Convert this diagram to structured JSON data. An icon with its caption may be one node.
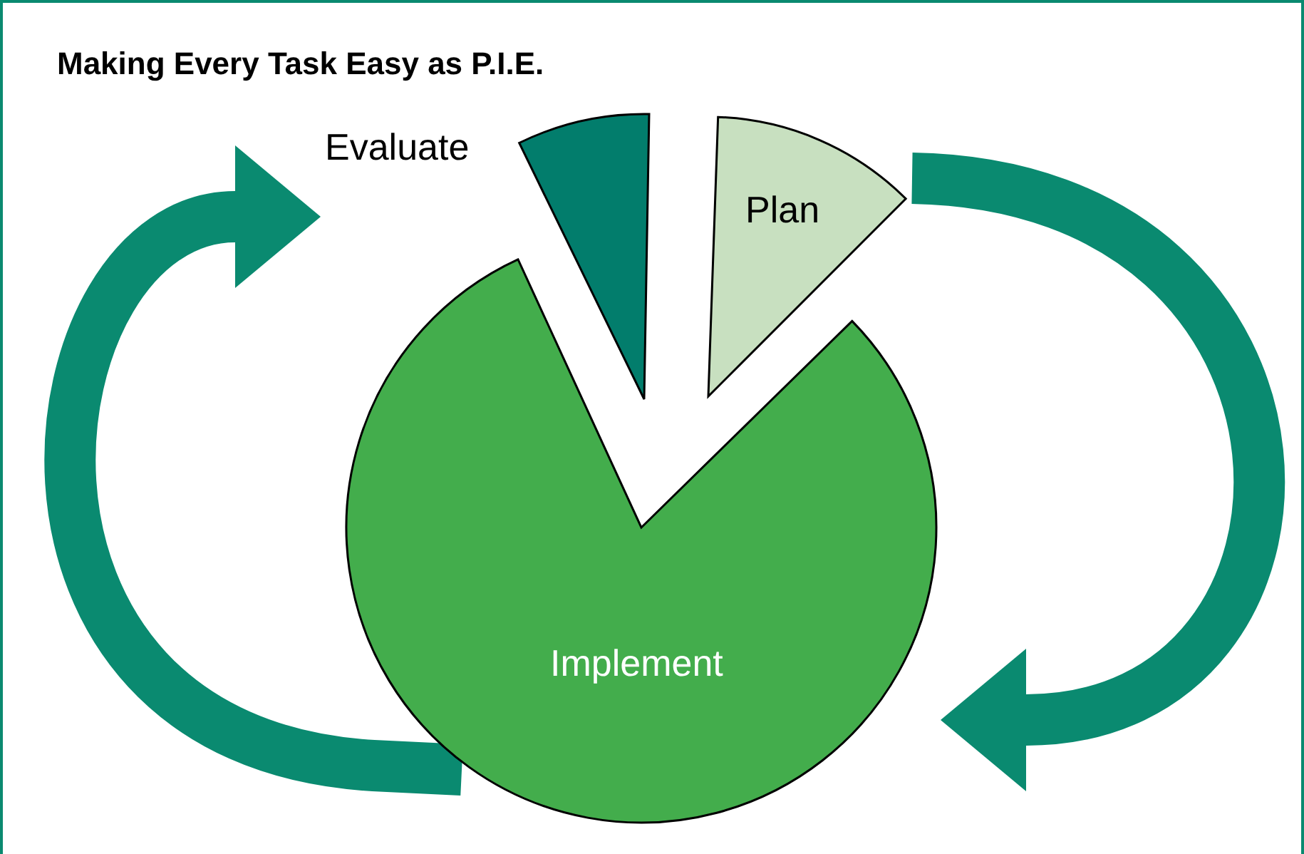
{
  "diagram": {
    "title": "Making Every Task Easy as P.I.E.",
    "nodes": [
      {
        "text": [
          "Evaluate"
        ]
      },
      {
        "text": [
          "Plan"
        ]
      },
      {
        "text": [
          "Implement"
        ]
      }
    ],
    "edges": [
      {
        "from": 1,
        "to": 2,
        "arrow": "to"
      },
      {
        "from": 2,
        "to": 0,
        "arrow": "to"
      }
    ]
  }
}
